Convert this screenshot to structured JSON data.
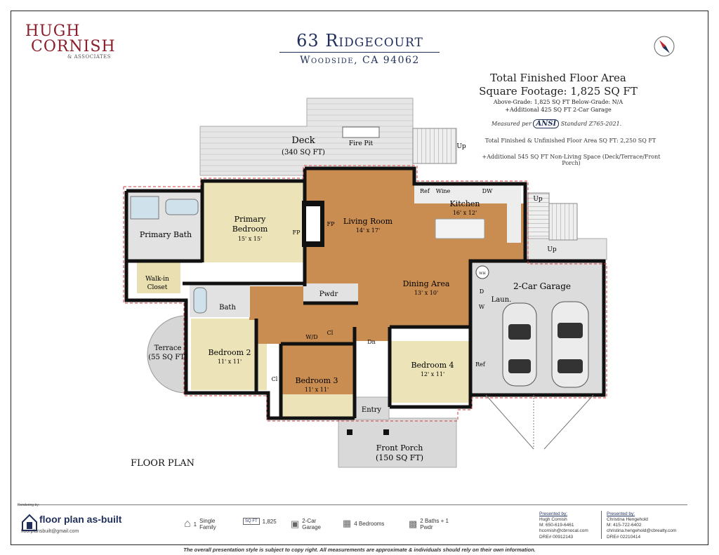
{
  "logo": {
    "line1": "HUGH",
    "line2": "CORNISH",
    "line3": "& ASSOCIATES"
  },
  "title": "63 Ridgecourt",
  "subtitle": "Woodside, CA 94062",
  "area": {
    "heading": "Total Finished Floor Area",
    "square_footage": "Square Footage: 1,825 SQ FT",
    "grades": "Above-Grade: 1,825 SQ FT    Below-Grade: N/A",
    "garage": "+Additional 425 SQ FT 2-Car Garage",
    "measured_prefix": "Measured per",
    "measured_badge": "ANSI",
    "measured_suffix": "Standard Z765-2021.",
    "total_unfinished": "Total Finished & Unfinished Floor Area SQ FT: 2,250 SQ FT",
    "non_living": "+Additional 545 SQ FT Non-Living Space (Deck/Terrace/Front Porch)"
  },
  "plan_label": "FLOOR PLAN",
  "rooms": {
    "deck": {
      "name": "Deck",
      "size": "(340 SQ FT)"
    },
    "fire_pit": "Fire Pit",
    "up1": "Up",
    "up2": "Up",
    "up3": "Up",
    "primary_bedroom": {
      "name": "Primary",
      "name2": "Bedroom",
      "size": "15' x 15'"
    },
    "fp1": "FP",
    "fp2": "FP",
    "primary_bath": "Primary Bath",
    "walk_in": {
      "name": "Walk-in",
      "name2": "Closet"
    },
    "living_room": {
      "name": "Living Room",
      "size": "14' x 17'"
    },
    "kitchen": {
      "name": "Kitchen",
      "size": "16' x 12'"
    },
    "ref1": "Ref",
    "wine": "Wine",
    "dw": "DW",
    "dining": {
      "name": "Dining Area",
      "size": "13' x 10'"
    },
    "pwdr": "Pwdr",
    "bath": "Bath",
    "garage": "2-Car Garage",
    "laun": "Laun.",
    "d": "D",
    "w": "W",
    "wh": "WH",
    "ref2": "Ref",
    "terrace": {
      "name": "Terrace",
      "size": "(55 SQ FT)"
    },
    "bedroom2": {
      "name": "Bedroom 2",
      "size": "11' x 11'"
    },
    "cl1": "Cl",
    "cl2": "Cl",
    "wd": "W/D",
    "dn": "Dn",
    "bedroom3": {
      "name": "Bedroom 3",
      "size": "11' x 11'"
    },
    "bedroom4": {
      "name": "Bedroom 4",
      "size": "12' x 11'"
    },
    "entry": "Entry",
    "front_porch": {
      "name": "Front Porch",
      "size": "(150 SQ FT)"
    }
  },
  "footer": {
    "rendering_by": "Rendering by:",
    "brand": "floor plan as-built",
    "brand_email": "floorplansbuilt@gmail.com",
    "stats": [
      {
        "icon": "house-icon",
        "label": "Single Family",
        "prefix": "1"
      },
      {
        "icon": "sqft-icon",
        "label": "1,825",
        "prefix": ""
      },
      {
        "icon": "garage-icon",
        "label": "2-Car Garage",
        "prefix": ""
      },
      {
        "icon": "bed-icon",
        "label": "4 Bedrooms",
        "prefix": ""
      },
      {
        "icon": "bath-icon",
        "label": "2 Baths + 1 Pwdr",
        "prefix": ""
      }
    ],
    "presenter1": {
      "heading": "Presented by:",
      "name": "Hugh Cornish",
      "phone": "M: 650-619-6461",
      "email": "hcornish@cbrnocal.com",
      "dre": "DRE# 00912143"
    },
    "presenter2": {
      "heading": "Presented by:",
      "name": "Christina Hengehold",
      "phone": "M: 415-722-6402",
      "email": "christina.hengehold@cbrealty.com",
      "dre": "DRE# 02210414"
    },
    "disclaimer": "The overall presentation style is subject to copy right. All measurements are approximate & individuals should rely on their own information."
  },
  "colors": {
    "brand_red": "#8a1e2a",
    "navy": "#1f2f5a",
    "wood": "#c98d52",
    "carpet": "#e9dfb4",
    "tile": "#d9d9d9",
    "wall": "#111111"
  }
}
